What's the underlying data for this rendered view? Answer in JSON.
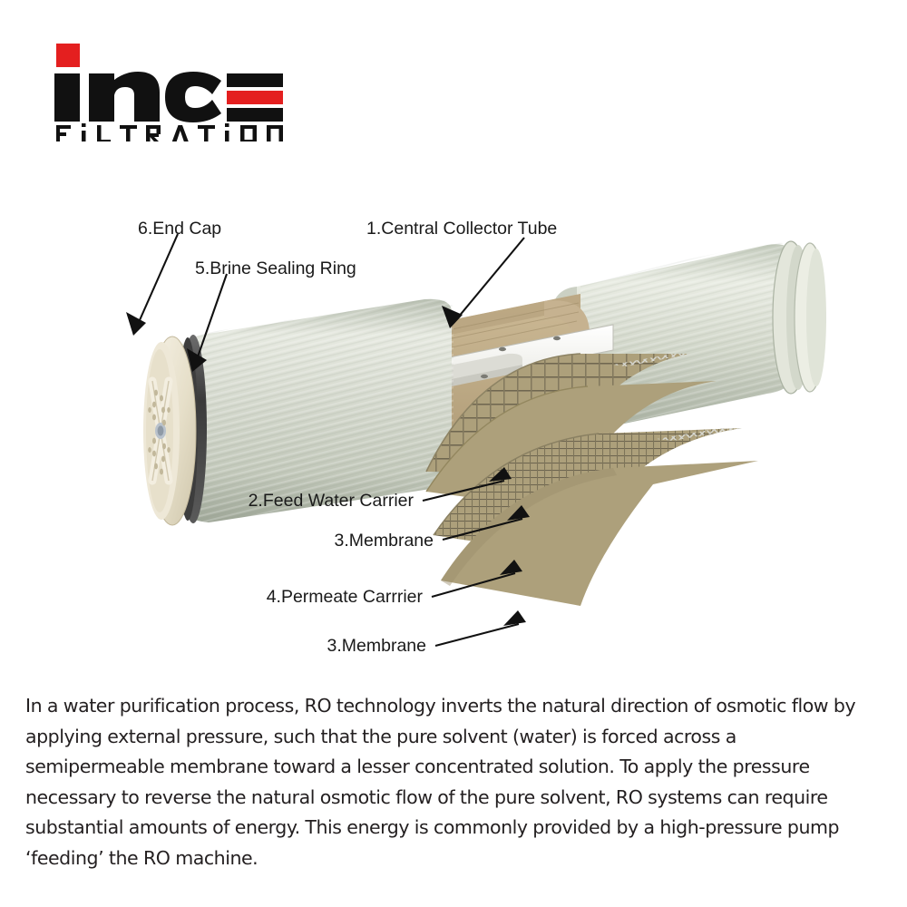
{
  "logo": {
    "brand": "ince",
    "subtitle": "FiLTRATiON",
    "colors": {
      "black": "#111111",
      "red": "#e41f1f"
    }
  },
  "diagram": {
    "title": "RO spiral wound membrane element cutaway",
    "labels": [
      {
        "id": "end-cap",
        "text": "6.End Cap"
      },
      {
        "id": "brine-sealing-ring",
        "text": "5.Brine Sealing Ring"
      },
      {
        "id": "central-collector-tube",
        "text": "1.Central Collector Tube"
      },
      {
        "id": "feed-water-carrier",
        "text": "2.Feed Water Carrier"
      },
      {
        "id": "membrane-upper",
        "text": "3.Membrane"
      },
      {
        "id": "permeate-carrier",
        "text": "4.Permeate Carrrier"
      },
      {
        "id": "membrane-lower",
        "text": "3.Membrane"
      }
    ],
    "colors": {
      "shell": "#cdd2c6",
      "shell_light": "#e4e7dd",
      "shell_dark": "#a8afa1",
      "end_cap": "#efeada",
      "end_cap_shade": "#d9d2bd",
      "o_ring": "#454545",
      "core_tan": "#c0ab85",
      "core_tan_dark": "#a8956f",
      "sheet": "#ada07b",
      "sheet_dark": "#978b68",
      "mesh_line": "#7d7358",
      "tube_white": "#f2f2ee",
      "tube_shade": "#cfcfc8",
      "label_text": "#1a1a1a"
    }
  },
  "caption": {
    "text": "In a water purification process, RO technology inverts the natural direction of osmotic flow by applying external pressure, such that the pure solvent (water) is forced across a semipermeable membrane toward a lesser concentrated solution. To apply the pressure necessary to reverse the natural osmotic flow of the pure solvent, RO systems can require substantial amounts of energy. This energy is commonly provided by a high-pressure pump ‘feeding’ the RO machine."
  }
}
